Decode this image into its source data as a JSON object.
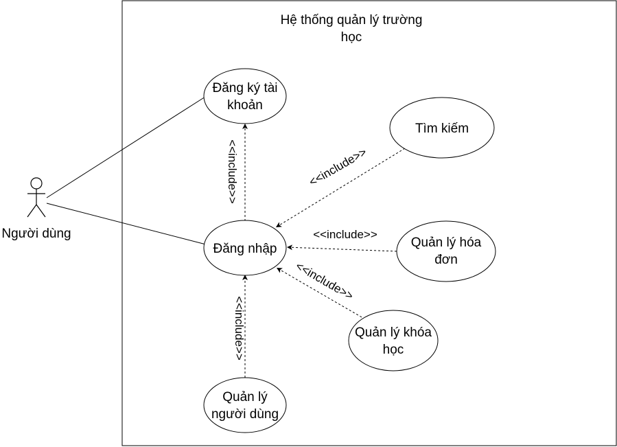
{
  "system": {
    "title_line1": "Hệ thống quản lý trường",
    "title_line2": "học"
  },
  "actor": {
    "label": "Người dùng"
  },
  "use_cases": {
    "register": {
      "line1": "Đăng ký tài",
      "line2": "khoản"
    },
    "login": {
      "label": "Đăng nhập"
    },
    "search": {
      "label": "Tìm kiếm"
    },
    "invoice": {
      "line1": "Quản lý hóa",
      "line2": "đơn"
    },
    "course": {
      "line1": "Quản lý khóa",
      "line2": "học"
    },
    "user_mgmt": {
      "line1": "Quản lý",
      "line2": "người dùng"
    }
  },
  "relations": {
    "include_label": "<<include>>"
  }
}
